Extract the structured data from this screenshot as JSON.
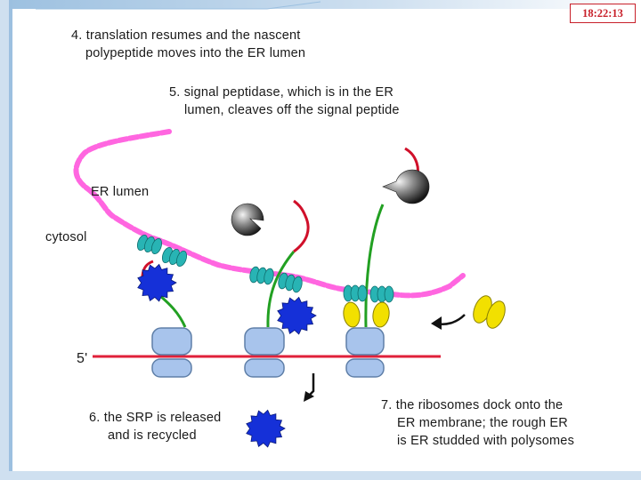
{
  "timestamp": "18:22:13",
  "labels": {
    "step4_line1": "4. translation resumes and the nascent",
    "step4_line2": "polypeptide moves into the ER lumen",
    "step5_line1": "5. signal peptidase, which is in the ER",
    "step5_line2": "lumen, cleaves off the signal peptide",
    "er_lumen": "ER lumen",
    "cytosol": "cytosol",
    "five_prime": "5'",
    "step6_line1": "6. the SRP is released",
    "step6_line2": "and is recycled",
    "step7_line1": "7. the ribosomes dock onto the",
    "step7_line2": "ER membrane; the rough ER",
    "step7_line3": "is ER studded with polysomes"
  },
  "colors": {
    "membrane": "#ff66e0",
    "mrna": "#e0203a",
    "ribosome": "#a8c4ec",
    "ribosome_outline": "#5f7fa8",
    "signal_peptide": "#d0102a",
    "polypeptide": "#22a022",
    "translocon": "#28b4b4",
    "srp": "#1530d8",
    "receptor": "#f2e000",
    "peptidase": "#585858",
    "timestamp_red": "#c8202a",
    "frame_blue": "#9cc0e0"
  }
}
